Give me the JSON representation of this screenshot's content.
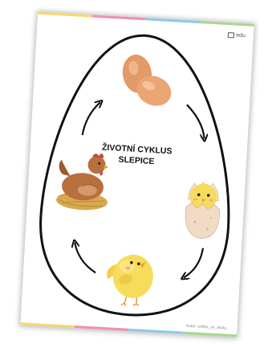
{
  "document": {
    "brand": "edu",
    "title_lines": [
      "ŽIVOTNÍ CYKLUS",
      "SLEPICE"
    ],
    "author": "Autor: světlo_ze_skoly..."
  },
  "colors": {
    "outline": "#111111",
    "strip": [
      "#f5d76e",
      "#ef8fb1",
      "#8cc9ee",
      "#a7d88a"
    ],
    "egg": "#e9a06e",
    "chick": "#f7dc5c",
    "hen": "#b8703f",
    "nest": "#d8a94f"
  },
  "stages": [
    {
      "name": "eggs",
      "icon": "eggs-icon"
    },
    {
      "name": "hatching-chick",
      "icon": "hatching-chick-icon"
    },
    {
      "name": "chick",
      "icon": "chick-icon"
    },
    {
      "name": "hen-on-nest",
      "icon": "hen-on-nest-icon"
    }
  ]
}
